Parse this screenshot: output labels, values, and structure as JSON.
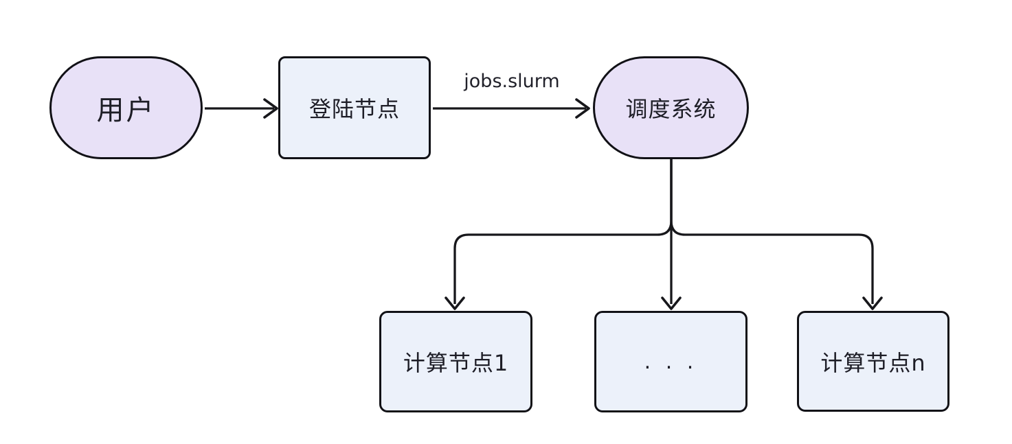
{
  "diagram": {
    "type": "flowchart",
    "background": "#ffffff",
    "colors": {
      "stadium_fill": "#e8e1f7",
      "rect_fill": "#ecf1fa",
      "node_border": "#111116",
      "arrow": "#17171b",
      "text": "#1d1d26"
    },
    "nodes": [
      {
        "id": "user",
        "label": "用户",
        "shape": "stadium"
      },
      {
        "id": "login-node",
        "label": "登陆节点",
        "shape": "rect"
      },
      {
        "id": "scheduler",
        "label": "调度系统",
        "shape": "stadium"
      },
      {
        "id": "compute-node-1",
        "label": "计算节点1",
        "shape": "rect"
      },
      {
        "id": "compute-ellipsis",
        "label": ". . .",
        "shape": "rect"
      },
      {
        "id": "compute-node-n",
        "label": "计算节点n",
        "shape": "rect"
      }
    ],
    "edges": [
      {
        "from": "user",
        "to": "login-node",
        "label": ""
      },
      {
        "from": "login-node",
        "to": "scheduler",
        "label": "jobs.slurm"
      },
      {
        "from": "scheduler",
        "to": "compute-node-1",
        "label": ""
      },
      {
        "from": "scheduler",
        "to": "compute-ellipsis",
        "label": ""
      },
      {
        "from": "scheduler",
        "to": "compute-node-n",
        "label": ""
      }
    ]
  }
}
